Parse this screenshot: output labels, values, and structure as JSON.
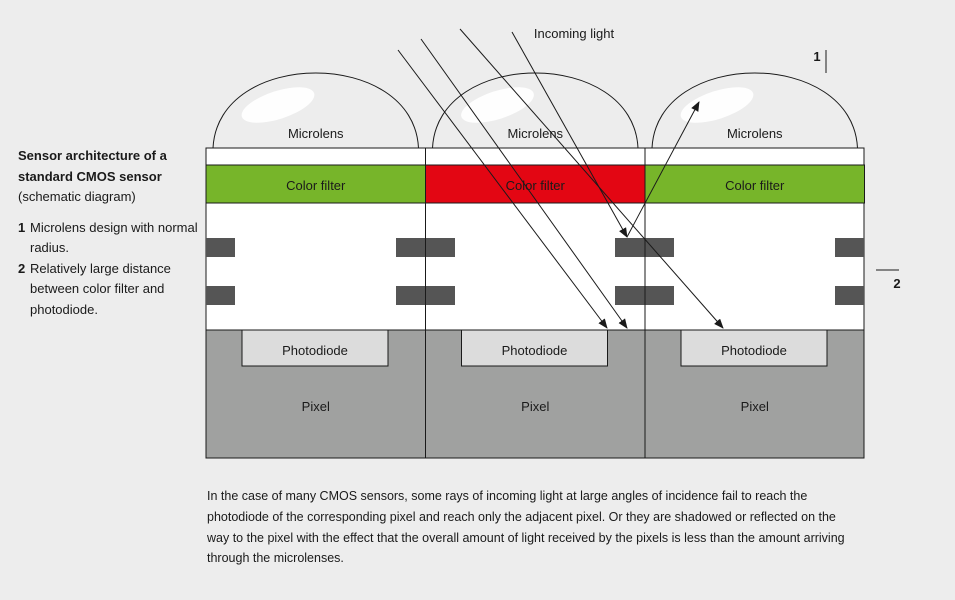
{
  "sidebar": {
    "title": "Sensor architecture of a standard CMOS sensor",
    "subtitle": "(schematic diagram)",
    "notes": [
      {
        "num": "1",
        "text": "Microlens design with normal radius."
      },
      {
        "num": "2",
        "text": "Relatively large distance between color filter and photodiode."
      }
    ]
  },
  "diagram": {
    "incoming_light_label": "Incoming light",
    "marker_1": "1",
    "marker_2": "2",
    "pixels": [
      {
        "microlens": "Microlens",
        "color_filter": "Color filter",
        "filter_color": "#77b52a",
        "photodiode": "Photodiode",
        "pixel": "Pixel"
      },
      {
        "microlens": "Microlens",
        "color_filter": "Color filter",
        "filter_color": "#e30613",
        "photodiode": "Photodiode",
        "pixel": "Pixel"
      },
      {
        "microlens": "Microlens",
        "color_filter": "Color filter",
        "filter_color": "#77b52a",
        "photodiode": "Photodiode",
        "pixel": "Pixel"
      }
    ],
    "colors": {
      "pixel_body": "#a0a1a0",
      "photodiode": "#dcdcdc",
      "metal": "#555555",
      "background": "#ededed"
    }
  },
  "caption": "In the case of many CMOS sensors, some rays of incoming light at large angles of incidence fail to reach the photodiode of the corresponding pixel and reach only the adjacent pixel. Or they are shadowed or reflected on the way to the pixel with the effect that the overall amount of light received by the pixels is less than the amount arriving through the microlenses."
}
